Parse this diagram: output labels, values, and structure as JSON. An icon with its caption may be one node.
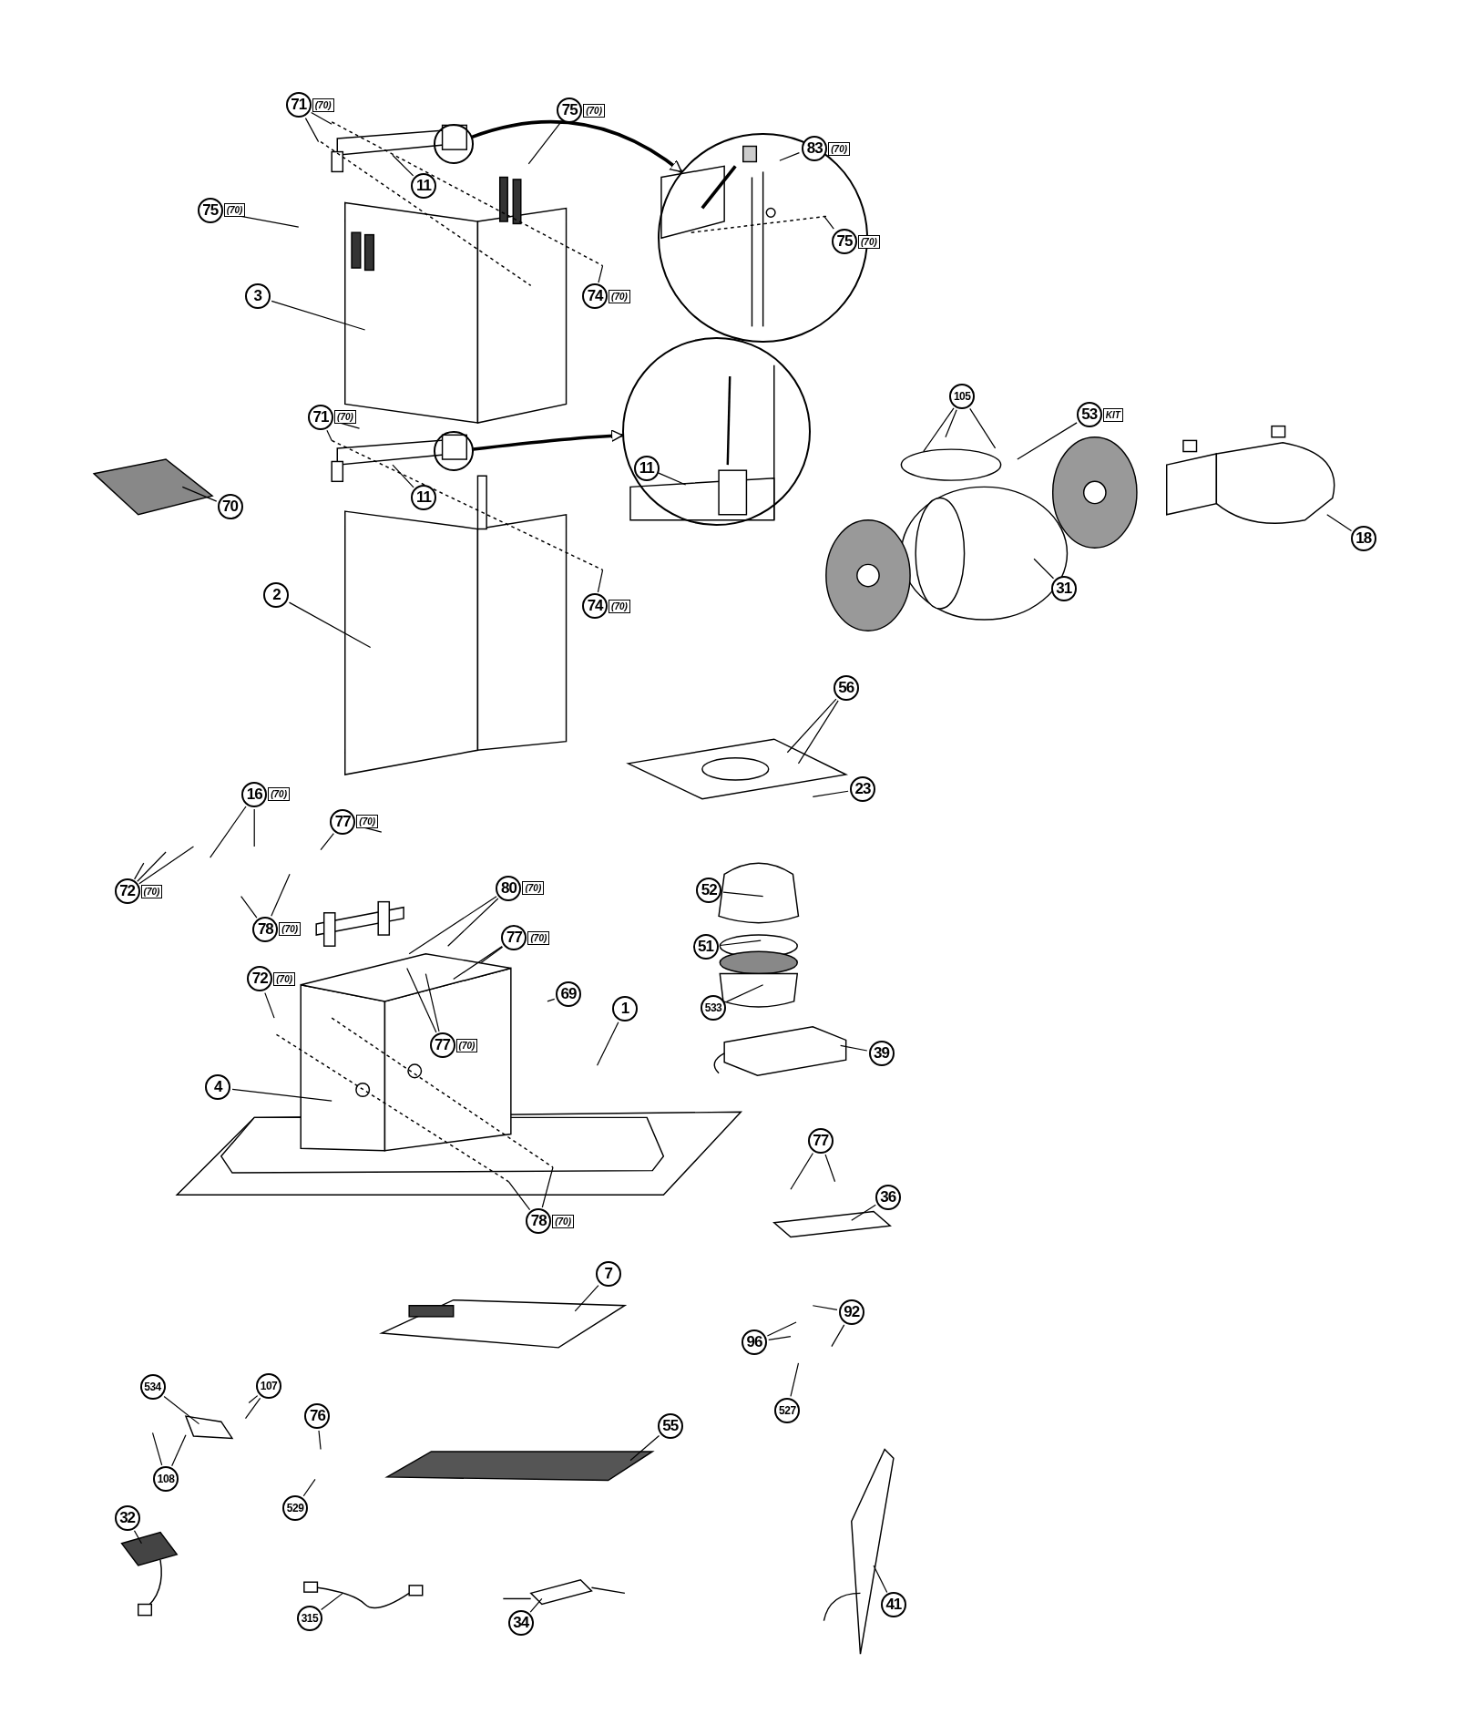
{
  "diagram": {
    "nodes": [
      {
        "text": [
          "71",
          "(70)"
        ]
      },
      {
        "text": [
          "75",
          "(70)"
        ]
      },
      {
        "text": [],
        "shape": "circle"
      },
      {
        "text": [],
        "shape": "circle"
      },
      {
        "text": [
          "83",
          "(70)"
        ],
        "in": 3
      },
      {
        "text": [
          "11"
        ]
      },
      {
        "text": [
          "75",
          "(70)"
        ]
      },
      {
        "text": [
          "75",
          "(70)"
        ],
        "in": 3
      },
      {
        "text": [
          "3"
        ]
      },
      {
        "text": [
          "74",
          "(70)"
        ]
      },
      {
        "text": [],
        "shape": "circle"
      },
      {
        "text": [
          "105"
        ]
      },
      {
        "text": [
          "53",
          "KIT"
        ]
      },
      {
        "text": [
          "71",
          "(70)"
        ]
      },
      {
        "text": [],
        "shape": "circle"
      },
      {
        "text": [
          "11"
        ],
        "in": 10
      },
      {
        "text": [
          "11"
        ]
      },
      {
        "text": [
          "70"
        ]
      },
      {
        "text": [
          "18"
        ]
      },
      {
        "text": [
          "31"
        ]
      },
      {
        "text": [
          "2"
        ]
      },
      {
        "text": [
          "74",
          "(70)"
        ]
      },
      {
        "text": [
          "56"
        ]
      },
      {
        "text": [
          "23"
        ]
      },
      {
        "text": [
          "16",
          "(70)"
        ]
      },
      {
        "text": [
          "77",
          "(70)"
        ]
      },
      {
        "text": [
          "80",
          "(70)"
        ]
      },
      {
        "text": [
          "52"
        ]
      },
      {
        "text": [
          "72",
          "(70)"
        ]
      },
      {
        "text": [
          "78",
          "(70)"
        ]
      },
      {
        "text": [
          "77",
          "(70)"
        ]
      },
      {
        "text": [
          "51"
        ]
      },
      {
        "text": [
          "72",
          "(70)"
        ]
      },
      {
        "text": [
          "69"
        ]
      },
      {
        "text": [
          "533"
        ]
      },
      {
        "text": [
          "1"
        ]
      },
      {
        "text": [
          "77",
          "(70)"
        ]
      },
      {
        "text": [
          "39"
        ]
      },
      {
        "text": [
          "4"
        ]
      },
      {
        "text": [
          "77"
        ]
      },
      {
        "text": [
          "36"
        ]
      },
      {
        "text": [
          "78",
          "(70)"
        ]
      },
      {
        "text": [
          "7"
        ]
      },
      {
        "text": [
          "92"
        ]
      },
      {
        "text": [
          "96"
        ]
      },
      {
        "text": [
          "534"
        ]
      },
      {
        "text": [
          "107"
        ]
      },
      {
        "text": [
          "527"
        ]
      },
      {
        "text": [
          "76"
        ]
      },
      {
        "text": [
          "55"
        ]
      },
      {
        "text": [
          "108"
        ]
      },
      {
        "text": [
          "529"
        ]
      },
      {
        "text": [
          "32"
        ]
      },
      {
        "text": [
          "41"
        ]
      },
      {
        "text": [
          "315"
        ]
      },
      {
        "text": [
          "34"
        ]
      }
    ],
    "edges": [
      {
        "from": 0,
        "to": null,
        "arrow": "none"
      },
      {
        "from": 0,
        "to": null,
        "arrow": "none"
      },
      {
        "from": 1,
        "to": null,
        "arrow": "none"
      },
      {
        "from": 2,
        "to": 3,
        "arrow": "to"
      },
      {
        "from": 4,
        "to": null,
        "arrow": "none"
      },
      {
        "from": 5,
        "to": null,
        "arrow": "none"
      },
      {
        "from": 6,
        "to": null,
        "arrow": "none"
      },
      {
        "from": 7,
        "to": null,
        "arrow": "none"
      },
      {
        "from": 8,
        "to": null,
        "arrow": "none"
      },
      {
        "from": 9,
        "to": null,
        "arrow": "none"
      },
      {
        "from": 11,
        "to": null,
        "arrow": "none"
      },
      {
        "from": 11,
        "to": null,
        "arrow": "none"
      },
      {
        "from": 11,
        "to": null,
        "arrow": "none"
      },
      {
        "from": 12,
        "to": null,
        "arrow": "none"
      },
      {
        "from": 13,
        "to": null,
        "arrow": "none"
      },
      {
        "from": 13,
        "to": null,
        "arrow": "none"
      },
      {
        "from": 14,
        "to": 10,
        "arrow": "to"
      },
      {
        "from": 15,
        "to": null,
        "arrow": "none"
      },
      {
        "from": 16,
        "to": null,
        "arrow": "none"
      },
      {
        "from": 17,
        "to": null,
        "arrow": "none"
      },
      {
        "from": 18,
        "to": null,
        "arrow": "none"
      },
      {
        "from": 19,
        "to": null,
        "arrow": "none"
      },
      {
        "from": 20,
        "to": null,
        "arrow": "none"
      },
      {
        "from": 21,
        "to": null,
        "arrow": "none"
      },
      {
        "from": 22,
        "to": null,
        "arrow": "none"
      },
      {
        "from": 22,
        "to": null,
        "arrow": "none"
      },
      {
        "from": 23,
        "to": null,
        "arrow": "none"
      },
      {
        "from": 24,
        "to": null,
        "arrow": "none"
      },
      {
        "from": 24,
        "to": null,
        "arrow": "none"
      },
      {
        "from": 25,
        "to": null,
        "arrow": "none"
      },
      {
        "from": 25,
        "to": null,
        "arrow": "none"
      },
      {
        "from": 26,
        "to": null,
        "arrow": "none"
      },
      {
        "from": 26,
        "to": null,
        "arrow": "none"
      },
      {
        "from": 27,
        "to": null,
        "arrow": "none"
      },
      {
        "from": 28,
        "to": null,
        "arrow": "none"
      },
      {
        "from": 28,
        "to": null,
        "arrow": "none"
      },
      {
        "from": 28,
        "to": null,
        "arrow": "none"
      },
      {
        "from": 29,
        "to": null,
        "arrow": "none"
      },
      {
        "from": 29,
        "to": null,
        "arrow": "none"
      },
      {
        "from": 30,
        "to": null,
        "arrow": "none"
      },
      {
        "from": 30,
        "to": null,
        "arrow": "none"
      },
      {
        "from": 31,
        "to": null,
        "arrow": "none"
      },
      {
        "from": 32,
        "to": null,
        "arrow": "none"
      },
      {
        "from": 33,
        "to": null,
        "arrow": "none"
      },
      {
        "from": 34,
        "to": null,
        "arrow": "none"
      },
      {
        "from": 35,
        "to": null,
        "arrow": "none"
      },
      {
        "from": 36,
        "to": null,
        "arrow": "none"
      },
      {
        "from": 36,
        "to": null,
        "arrow": "none"
      },
      {
        "from": 37,
        "to": null,
        "arrow": "none"
      },
      {
        "from": 38,
        "to": null,
        "arrow": "none"
      },
      {
        "from": 39,
        "to": null,
        "arrow": "none"
      },
      {
        "from": 39,
        "to": null,
        "arrow": "none"
      },
      {
        "from": 40,
        "to": null,
        "arrow": "none"
      },
      {
        "from": 41,
        "to": null,
        "arrow": "none"
      },
      {
        "from": 41,
        "to": null,
        "arrow": "none"
      },
      {
        "from": 42,
        "to": null,
        "arrow": "none"
      },
      {
        "from": 43,
        "to": null,
        "arrow": "none"
      },
      {
        "from": 43,
        "to": null,
        "arrow": "none"
      },
      {
        "from": 44,
        "to": null,
        "arrow": "none"
      },
      {
        "from": 44,
        "to": null,
        "arrow": "none"
      },
      {
        "from": 45,
        "to": null,
        "arrow": "none"
      },
      {
        "from": 46,
        "to": null,
        "arrow": "none"
      },
      {
        "from": 46,
        "to": null,
        "arrow": "none"
      },
      {
        "from": 47,
        "to": null,
        "arrow": "none"
      },
      {
        "from": 48,
        "to": null,
        "arrow": "none"
      },
      {
        "from": 49,
        "to": null,
        "arrow": "none"
      },
      {
        "from": 50,
        "to": null,
        "arrow": "none"
      },
      {
        "from": 50,
        "to": null,
        "arrow": "none"
      },
      {
        "from": 51,
        "to": null,
        "arrow": "none"
      },
      {
        "from": 52,
        "to": null,
        "arrow": "none"
      },
      {
        "from": 53,
        "to": null,
        "arrow": "none"
      },
      {
        "from": 54,
        "to": null,
        "arrow": "none"
      },
      {
        "from": 55,
        "to": null,
        "arrow": "none"
      }
    ]
  }
}
